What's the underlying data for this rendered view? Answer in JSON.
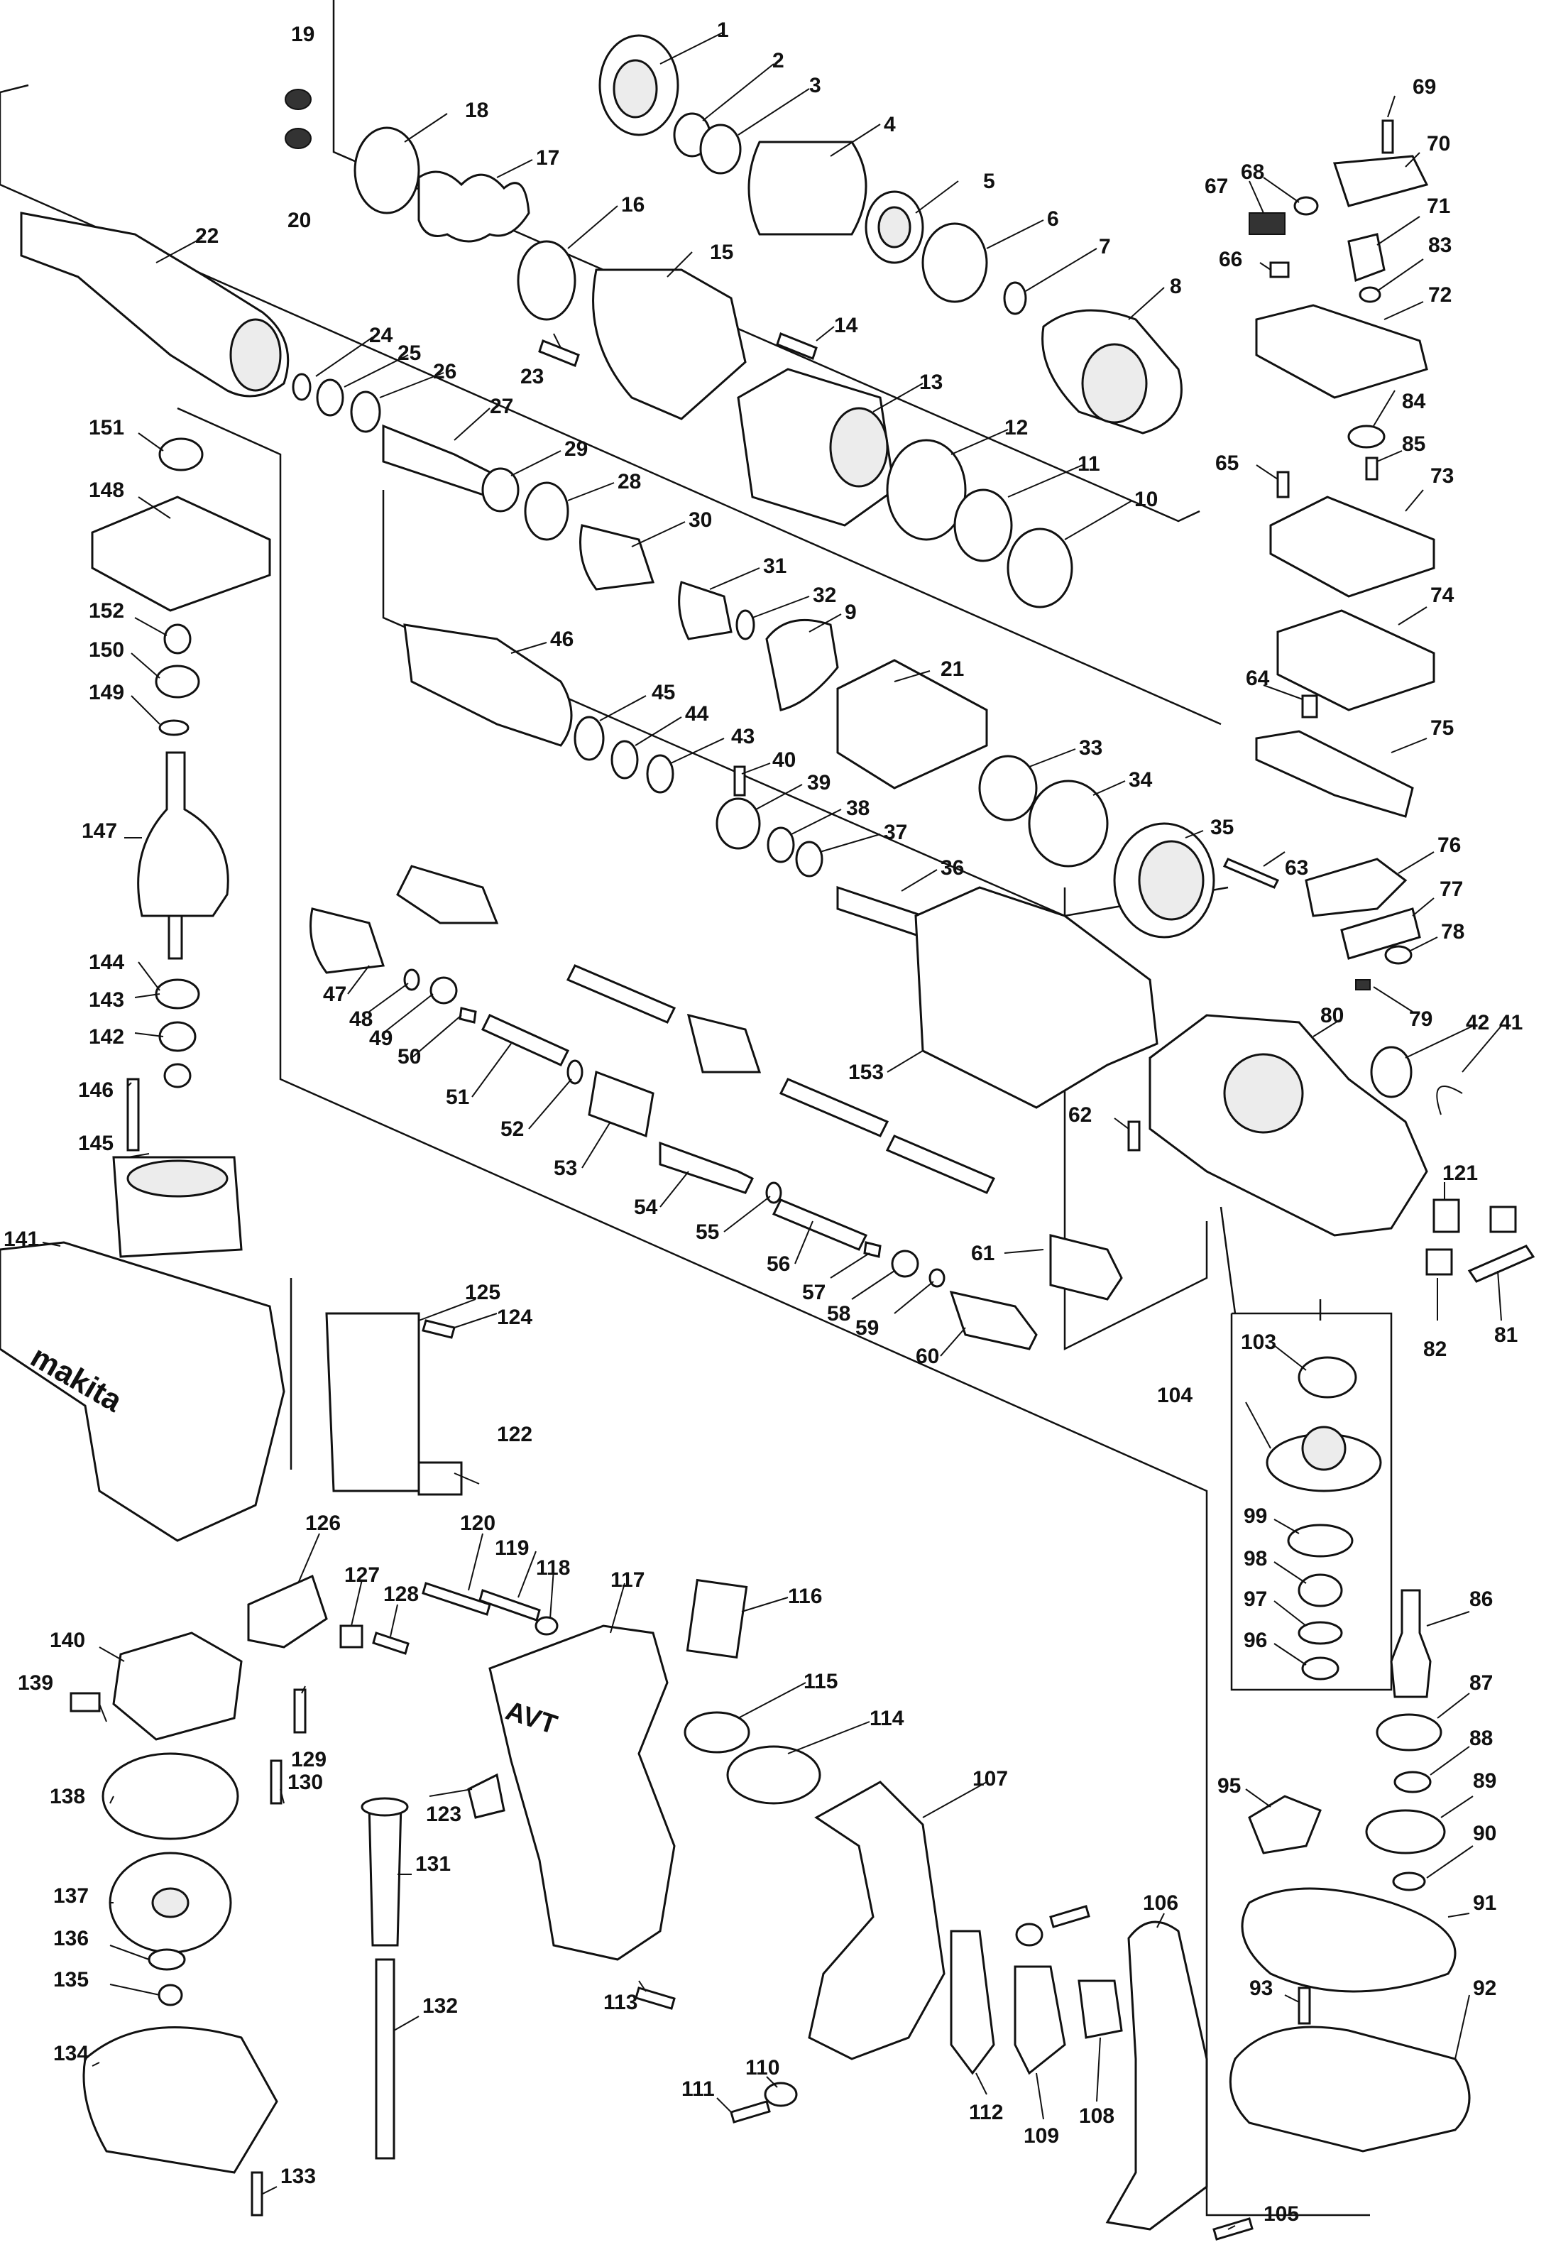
{
  "diagram": {
    "labels": [
      "1",
      "2",
      "3",
      "4",
      "5",
      "6",
      "7",
      "8",
      "9",
      "10",
      "11",
      "12",
      "13",
      "14",
      "15",
      "16",
      "17",
      "18",
      "19",
      "20",
      "21",
      "22",
      "23",
      "24",
      "25",
      "26",
      "27",
      "28",
      "29",
      "30",
      "31",
      "32",
      "33",
      "34",
      "35",
      "36",
      "37",
      "38",
      "39",
      "40",
      "41",
      "42",
      "43",
      "44",
      "45",
      "46",
      "47",
      "48",
      "49",
      "50",
      "51",
      "52",
      "53",
      "54",
      "55",
      "56",
      "57",
      "58",
      "59",
      "60",
      "61",
      "62",
      "63",
      "64",
      "65",
      "66",
      "67",
      "68",
      "69",
      "70",
      "71",
      "72",
      "73",
      "74",
      "75",
      "76",
      "77",
      "78",
      "79",
      "80",
      "81",
      "82",
      "83",
      "84",
      "85",
      "86",
      "87",
      "88",
      "89",
      "90",
      "91",
      "92",
      "93",
      "95",
      "96",
      "97",
      "98",
      "99",
      "103",
      "104",
      "105",
      "106",
      "107",
      "108",
      "109",
      "110",
      "111",
      "112",
      "113",
      "114",
      "115",
      "116",
      "117",
      "118",
      "119",
      "120",
      "121",
      "122",
      "123",
      "124",
      "125",
      "126",
      "127",
      "128",
      "129",
      "130",
      "131",
      "132",
      "133",
      "134",
      "135",
      "136",
      "137",
      "138",
      "139",
      "140",
      "141",
      "142",
      "143",
      "144",
      "145",
      "146",
      "147",
      "148",
      "149",
      "150",
      "151",
      "152",
      "153"
    ],
    "housing_logo": "makita",
    "handle_logo": "AVT"
  }
}
